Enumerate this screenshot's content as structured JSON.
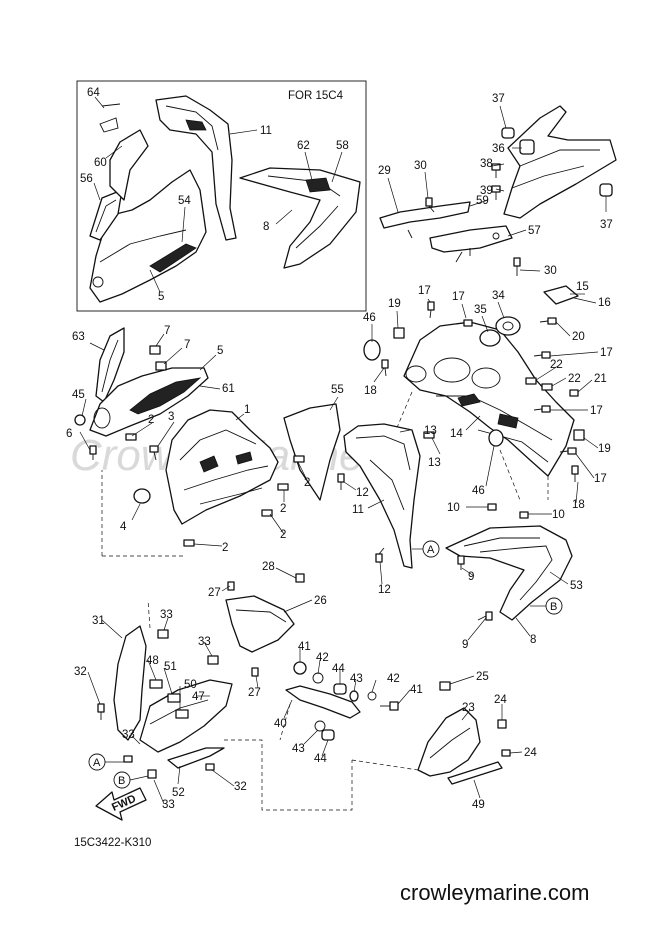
{
  "inset_title": "FOR 15C4",
  "diagram_code": "15C3422-K310",
  "footer_url": "crowleymarine.com",
  "watermark": "CrowleyMarine",
  "front_arrow_label": "FWD",
  "ref_markers": [
    "A",
    "B"
  ],
  "callouts": [
    {
      "id": "c64",
      "label": "64"
    },
    {
      "id": "c11a",
      "label": "11"
    },
    {
      "id": "c60",
      "label": "60"
    },
    {
      "id": "c62",
      "label": "62"
    },
    {
      "id": "c58",
      "label": "58"
    },
    {
      "id": "c56",
      "label": "56"
    },
    {
      "id": "c54",
      "label": "54"
    },
    {
      "id": "c8a",
      "label": "8"
    },
    {
      "id": "c5a",
      "label": "5"
    },
    {
      "id": "c37a",
      "label": "37"
    },
    {
      "id": "c36",
      "label": "36"
    },
    {
      "id": "c30a",
      "label": "30"
    },
    {
      "id": "c38",
      "label": "38"
    },
    {
      "id": "c29",
      "label": "29"
    },
    {
      "id": "c39",
      "label": "39"
    },
    {
      "id": "c59",
      "label": "59"
    },
    {
      "id": "c37b",
      "label": "37"
    },
    {
      "id": "c57",
      "label": "57"
    },
    {
      "id": "c30b",
      "label": "30"
    },
    {
      "id": "c15",
      "label": "15"
    },
    {
      "id": "c16",
      "label": "16"
    },
    {
      "id": "c17a",
      "label": "17"
    },
    {
      "id": "c19a",
      "label": "19"
    },
    {
      "id": "c17b",
      "label": "17"
    },
    {
      "id": "c34",
      "label": "34"
    },
    {
      "id": "c35",
      "label": "35"
    },
    {
      "id": "c20",
      "label": "20"
    },
    {
      "id": "c46a",
      "label": "46"
    },
    {
      "id": "c17c",
      "label": "17"
    },
    {
      "id": "c22a",
      "label": "22"
    },
    {
      "id": "c22b",
      "label": "22"
    },
    {
      "id": "c21",
      "label": "21"
    },
    {
      "id": "c18a",
      "label": "18"
    },
    {
      "id": "c17d",
      "label": "17"
    },
    {
      "id": "c63",
      "label": "63"
    },
    {
      "id": "c7a",
      "label": "7"
    },
    {
      "id": "c7b",
      "label": "7"
    },
    {
      "id": "c5b",
      "label": "5"
    },
    {
      "id": "c61",
      "label": "61"
    },
    {
      "id": "c55",
      "label": "55"
    },
    {
      "id": "c45",
      "label": "45"
    },
    {
      "id": "c3",
      "label": "3"
    },
    {
      "id": "c2a",
      "label": "2"
    },
    {
      "id": "c1",
      "label": "1"
    },
    {
      "id": "c13a",
      "label": "13"
    },
    {
      "id": "c6",
      "label": "6"
    },
    {
      "id": "c14",
      "label": "14"
    },
    {
      "id": "c19b",
      "label": "19"
    },
    {
      "id": "c13b",
      "label": "13"
    },
    {
      "id": "c17e",
      "label": "17"
    },
    {
      "id": "c2b",
      "label": "2"
    },
    {
      "id": "c12a",
      "label": "12"
    },
    {
      "id": "c46b",
      "label": "46"
    },
    {
      "id": "c18b",
      "label": "18"
    },
    {
      "id": "c4",
      "label": "4"
    },
    {
      "id": "c2c",
      "label": "2"
    },
    {
      "id": "c11b",
      "label": "11"
    },
    {
      "id": "c10a",
      "label": "10"
    },
    {
      "id": "c10b",
      "label": "10"
    },
    {
      "id": "c2d",
      "label": "2"
    },
    {
      "id": "c2e",
      "label": "2"
    },
    {
      "id": "c12b",
      "label": "12"
    },
    {
      "id": "c9a",
      "label": "9"
    },
    {
      "id": "c53",
      "label": "53"
    },
    {
      "id": "c28",
      "label": "28"
    },
    {
      "id": "c27a",
      "label": "27"
    },
    {
      "id": "c26",
      "label": "26"
    },
    {
      "id": "c9b",
      "label": "9"
    },
    {
      "id": "c8b",
      "label": "8"
    },
    {
      "id": "c31",
      "label": "31"
    },
    {
      "id": "c33a",
      "label": "33"
    },
    {
      "id": "c33b",
      "label": "33"
    },
    {
      "id": "c41a",
      "label": "41"
    },
    {
      "id": "c42a",
      "label": "42"
    },
    {
      "id": "c48",
      "label": "48"
    },
    {
      "id": "c51",
      "label": "51"
    },
    {
      "id": "c44a",
      "label": "44"
    },
    {
      "id": "c32a",
      "label": "32"
    },
    {
      "id": "c50",
      "label": "50"
    },
    {
      "id": "c27b",
      "label": "27"
    },
    {
      "id": "c43a",
      "label": "43"
    },
    {
      "id": "c42b",
      "label": "42"
    },
    {
      "id": "c25",
      "label": "25"
    },
    {
      "id": "c47",
      "label": "47"
    },
    {
      "id": "c41b",
      "label": "41"
    },
    {
      "id": "c40",
      "label": "40"
    },
    {
      "id": "c24a",
      "label": "24"
    },
    {
      "id": "c23",
      "label": "23"
    },
    {
      "id": "c33c",
      "label": "33"
    },
    {
      "id": "c43b",
      "label": "43"
    },
    {
      "id": "c44b",
      "label": "44"
    },
    {
      "id": "c24b",
      "label": "24"
    },
    {
      "id": "c52",
      "label": "52"
    },
    {
      "id": "c32b",
      "label": "32"
    },
    {
      "id": "c33d",
      "label": "33"
    },
    {
      "id": "c49",
      "label": "49"
    }
  ]
}
